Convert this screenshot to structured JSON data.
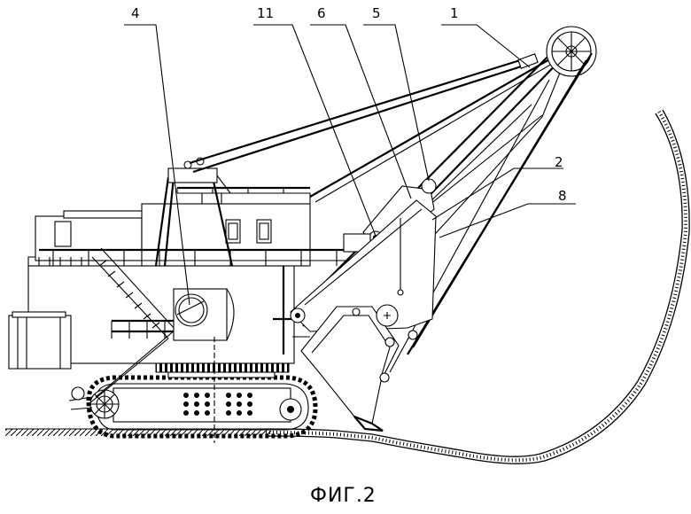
{
  "figure": {
    "caption": "ФИГ.2",
    "callouts": [
      {
        "id": "c4",
        "text": "4"
      },
      {
        "id": "c11",
        "text": "11"
      },
      {
        "id": "c6",
        "text": "6"
      },
      {
        "id": "c5",
        "text": "5"
      },
      {
        "id": "c1",
        "text": "1"
      },
      {
        "id": "c2",
        "text": "2"
      },
      {
        "id": "c8",
        "text": "8"
      }
    ]
  }
}
